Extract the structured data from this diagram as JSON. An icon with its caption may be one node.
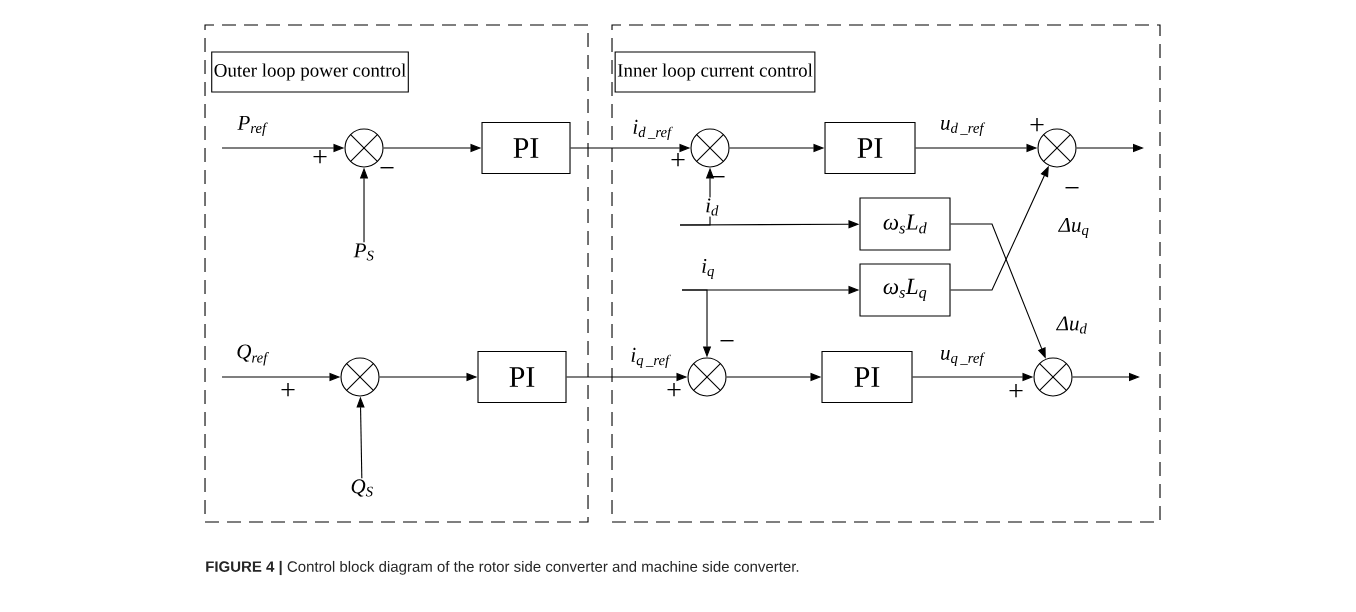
{
  "diagram": {
    "caption": "**FIGURE 4 |** Control block diagram of the rotor side converter and machine side converter.",
    "nodes": [
      {
        "text": [],
        "shape": "box"
      },
      {
        "text": [
          "Outer loop power control"
        ],
        "in": 0
      },
      {
        "text": [],
        "shape": "circle",
        "in": 0
      },
      {
        "text": [
          "PI"
        ],
        "in": 0
      },
      {
        "text": [
          "P$_{S}$"
        ],
        "in": 0
      },
      {
        "text": [],
        "shape": "circle",
        "in": 0
      },
      {
        "text": [
          "PI"
        ],
        "in": 0
      },
      {
        "text": [
          "Q$_{S}$"
        ],
        "in": 0
      },
      {
        "text": [],
        "shape": "box"
      },
      {
        "text": [
          "Inner loop current control"
        ],
        "in": 8
      },
      {
        "text": [],
        "shape": "circle",
        "in": 8
      },
      {
        "text": [
          "PI"
        ],
        "in": 8
      },
      {
        "text": [],
        "shape": "circle",
        "in": 8
      },
      {
        "text": [
          "ω$_{s}$L$_{d}$"
        ],
        "in": 8
      },
      {
        "text": [
          "ω$_{s}$L$_{q}$"
        ],
        "in": 8
      },
      {
        "text": [],
        "shape": "circle",
        "in": 8
      },
      {
        "text": [
          "PI"
        ],
        "in": 8
      },
      {
        "text": [],
        "shape": "circle",
        "in": 8
      }
    ],
    "edges": [
      {
        "from": null,
        "to": 2,
        "arrow": "to",
        "label": "\\textit{P}_{\\textit{ref}}"
      },
      {
        "from": 4,
        "to": 2,
        "arrow": "to"
      },
      {
        "from": 2,
        "to": 3,
        "arrow": "to"
      },
      {
        "from": 3,
        "to": 10,
        "arrow": "to",
        "label": "\\textit{i}_{\\textit{d\\,\\_ref}}"
      },
      {
        "from": 10,
        "to": 11,
        "arrow": "to"
      },
      {
        "from": 11,
        "to": 12,
        "arrow": "to",
        "label": "\\textit{u}_{\\textit{d\\,\\_ref}}"
      },
      {
        "from": 12,
        "to": null,
        "arrow": "to"
      },
      {
        "from": null,
        "to": 13,
        "arrow": "to",
        "label": "\\textit{i}_{\\textit{d}}"
      },
      {
        "from": null,
        "to": 10,
        "arrow": "to"
      },
      {
        "from": null,
        "to": 14,
        "arrow": "to",
        "label": "\\textit{i}_{\\textit{q}}"
      },
      {
        "from": null,
        "to": 15,
        "arrow": "to"
      },
      {
        "from": 13,
        "to": 17,
        "arrow": "to",
        "label": "\\textit{Δu}_{\\textit{d}}"
      },
      {
        "from": 14,
        "to": 12,
        "arrow": "to",
        "label": "\\textit{Δu}_{\\textit{q}}"
      },
      {
        "from": null,
        "to": 5,
        "arrow": "to",
        "label": "\\textit{Q}_{\\textit{ref}}"
      },
      {
        "from": 7,
        "to": 5,
        "arrow": "to"
      },
      {
        "from": 5,
        "to": 6,
        "arrow": "to"
      },
      {
        "from": 6,
        "to": 15,
        "arrow": "to",
        "label": "\\textit{i}_{\\textit{q\\,\\_ref}}"
      },
      {
        "from": 15,
        "to": 16,
        "arrow": "to"
      },
      {
        "from": 16,
        "to": 17,
        "arrow": "to",
        "label": "\\textit{u}_{\\textit{q\\,\\_ref}}"
      },
      {
        "from": 17,
        "to": null,
        "arrow": "to"
      }
    ],
    "labels": [
      "+",
      "+",
      "+",
      "−",
      "−",
      "−",
      "−",
      "+",
      "+",
      "+"
    ]
  }
}
